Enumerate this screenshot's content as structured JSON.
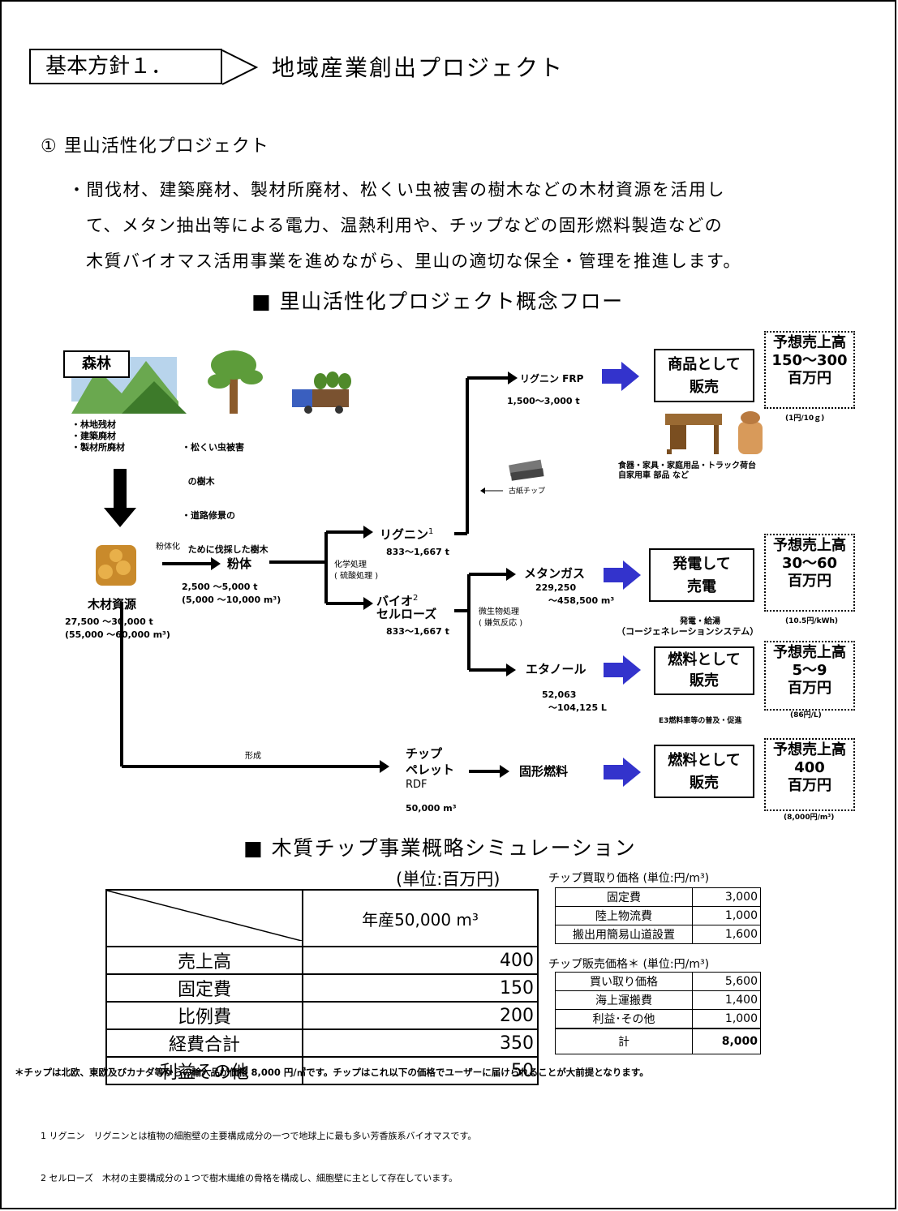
{
  "header": {
    "policy_label": "基本方針１．",
    "project_title": "地域産業創出プロジェクト"
  },
  "section": {
    "title": "① 里山活性化プロジェクト",
    "description_lines": [
      "・間伐材、建築廃材、製材所廃材、松くい虫被害の樹木などの木材資源を活用し",
      "て、メタン抽出等による電力、温熱利用や、チップなどの固形燃料製造などの",
      "木質バイオマス活用事業を進めながら、里山の適切な保全・管理を推進します。"
    ]
  },
  "flow": {
    "title": "■ 里山活性化プロジェクト概念フロー",
    "forest_label": "森林",
    "forest_items": [
      "・林地残材",
      "・建築廃材",
      "・製材所廃材"
    ],
    "tree_items": [
      "・松くい虫被害",
      "  の樹木",
      "・道路修景の",
      "  ために伐採した樹木"
    ],
    "wood_resource": "木材資源",
    "wood_t": "27,500 〜30,000 t",
    "wood_m3": "(55,000 〜60,000 m³)",
    "powderize": "粉体化",
    "powder": "粉体",
    "powder_t": "2,500 〜5,000 t",
    "powder_m3": "(5,000 〜10,000 m³)",
    "chem": "化学処理",
    "chem_sub": "( 硫酸処理 )",
    "lignin": "リグニン",
    "lignin_sup": "1",
    "lignin_amt": "833〜1,667 t",
    "bio": "バイオ",
    "bio_sup": "2",
    "cellulose": "セルローズ",
    "cellulose_amt": "833〜1,667 t",
    "microbe": "微生物処理",
    "microbe_sub": "( 嫌気反応 )",
    "lignin_frp": "リグニン FRP",
    "frp_amt": "1,500〜3,000 t",
    "paper_chip": "古紙チップ",
    "products": "食器・家具・家庭用品・トラック荷台",
    "products2": "自家用車 部品 など",
    "methane": "メタンガス",
    "methane_amt": "229,250",
    "methane_amt2": "〜458,500 m³",
    "cogen": "発電・給湯",
    "cogen2": "（コージェネレーションシステム）",
    "ethanol": "エタノール",
    "ethanol_amt": "52,063",
    "ethanol_amt2": "〜104,125 L",
    "e3": "E3燃料車等の普及・促進",
    "shape": "形成",
    "chip": "チップ",
    "pellet": "ペレット",
    "rdf": "RDF",
    "chip_amt": "50,000 m³",
    "solid_fuel": "固形燃料",
    "box1": [
      "商品として",
      "販売"
    ],
    "box2": [
      "発電して",
      "売電"
    ],
    "box3": [
      "燃料として",
      "販売"
    ],
    "box4": [
      "燃料として",
      "販売"
    ],
    "sales1": [
      "予想売上高",
      "150〜300",
      "百万円"
    ],
    "sales1_note": "(1円/10ｇ)",
    "sales2": [
      "予想売上高",
      "30〜60",
      "百万円"
    ],
    "sales2_note": "(10.5円/kWh)",
    "sales3": [
      "予想売上高",
      "5〜9",
      "百万円"
    ],
    "sales3_note": "(86円/L)",
    "sales4": [
      "予想売上高",
      "400",
      "百万円"
    ],
    "sales4_note": "(8,000円/m³)"
  },
  "simulation": {
    "title": "■ 木質チップ事業概略シミュレーション",
    "unit": "(単位:百万円)",
    "column_header": "年産50,000 m³",
    "rows": [
      {
        "label": "売上高",
        "value": "400"
      },
      {
        "label": "固定費",
        "value": "150"
      },
      {
        "label": "比例費",
        "value": "200"
      },
      {
        "label": "経費合計",
        "value": "350"
      },
      {
        "label": "利益その他",
        "value": "50"
      }
    ],
    "buy_title": "チップ買取り価格 (単位:円/m³)",
    "buy_rows": [
      {
        "label": "固定費",
        "value": "3,000"
      },
      {
        "label": "陸上物流費",
        "value": "1,000"
      },
      {
        "label": "搬出用簡易山道設置",
        "value": "1,600"
      }
    ],
    "sell_title": "チップ販売価格＊ (単位:円/m³)",
    "sell_rows": [
      {
        "label": "買い取り価格",
        "value": "5,600"
      },
      {
        "label": "海上運搬費",
        "value": "1,400"
      },
      {
        "label": "利益･その他",
        "value": "1,000"
      }
    ],
    "sell_total_label": "計",
    "sell_total_value": "8,000",
    "asterisk_note": "＊チップは北欧、東欧及びカナダ等からの輸入品が価格 8,000 円/㎥です。チップはこれ以下の価格でユーザーに届けられることが大前提となります。"
  },
  "footnotes": [
    "1 リグニン　リグニンとは植物の細胞壁の主要構成成分の一つで地球上に最も多い芳香族系バイオマスです。",
    "2 セルローズ　木材の主要構成分の１つで樹木繊維の骨格を構成し、細胞壁に主として存在しています。"
  ],
  "colors": {
    "arrow_blue": "#3333cc",
    "mountain_green": "#6aa84f",
    "sky": "#b8d4ec"
  }
}
